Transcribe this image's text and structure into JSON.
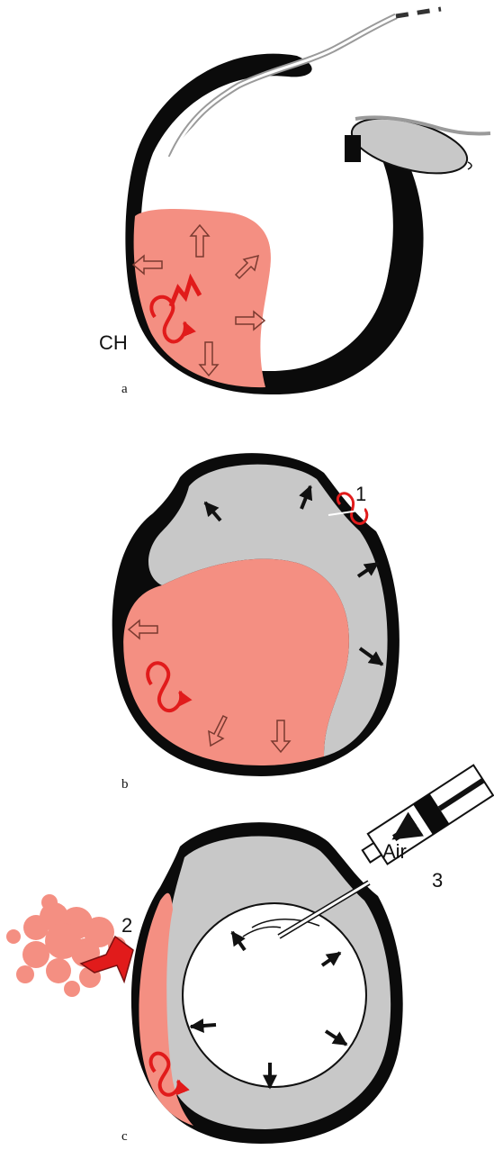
{
  "panels": [
    {
      "letter": "a",
      "labels": {
        "ch": "CH"
      }
    },
    {
      "letter": "b",
      "labels": {
        "marker_1": "1"
      }
    },
    {
      "letter": "c",
      "labels": {
        "marker_2": "2",
        "marker_3": "3",
        "air": "Air"
      }
    }
  ],
  "colors": {
    "blood": "#f48f82",
    "blood_arrow": "#e11b1b",
    "gel": "#c8c8c8",
    "wall": "#0b0b0b",
    "background": "#ffffff"
  }
}
